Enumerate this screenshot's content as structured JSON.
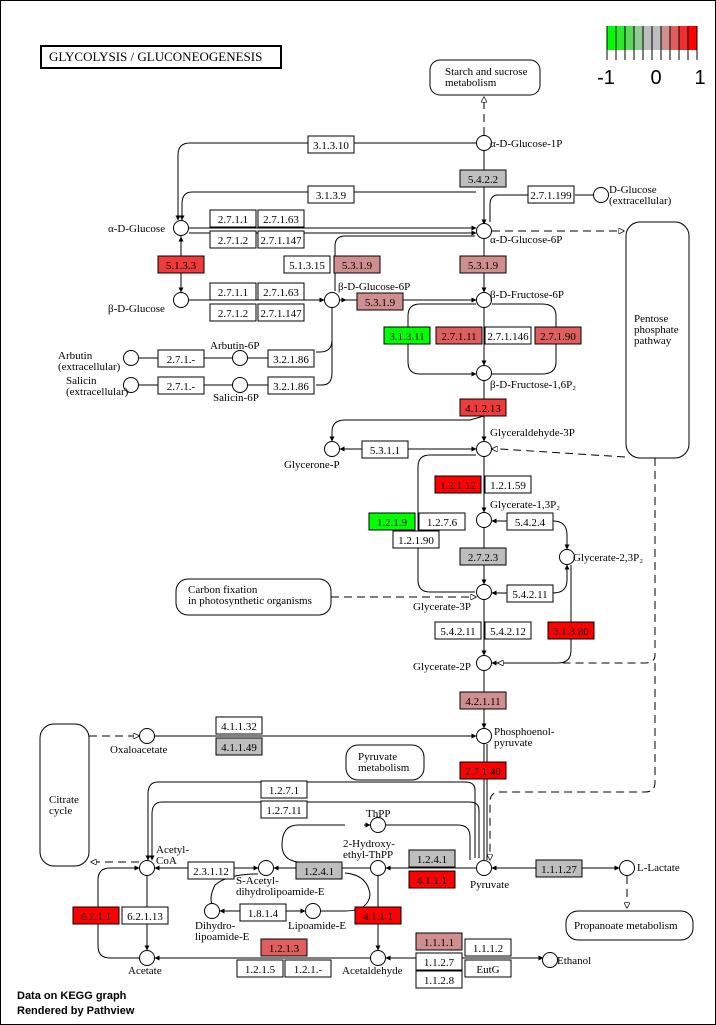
{
  "title": "GLYCOLYSIS / GLUCONEOGENESIS",
  "footer": [
    "Data on KEGG graph",
    "Rendered by Pathview"
  ],
  "legend": {
    "colors": [
      "#00FF00",
      "#2EE82E",
      "#5CD65C",
      "#8FCC8F",
      "#BEBEBE",
      "#BEBEBE",
      "#CF8F8F",
      "#DF5F5F",
      "#EF2F2F",
      "#FF0000"
    ],
    "labels": [
      "-1",
      "0",
      "1"
    ]
  },
  "status_colors": {
    "none": "#FFFFFF",
    "neutral": "#BEBEBE",
    "up_weak": "#CF8F8F",
    "up_mid": "#DF5F5F",
    "up_strong": "#EF3B3B",
    "up_max": "#FF0000",
    "down_max": "#00FF00"
  },
  "pathways": [
    {
      "id": "starch",
      "lines": [
        "Starch and sucrose",
        "metabolism"
      ]
    },
    {
      "id": "pentose",
      "lines": [
        "Pentose",
        "phosphate",
        "pathway"
      ]
    },
    {
      "id": "carbon",
      "lines": [
        "Carbon fixation",
        "in photosynthetic organisms"
      ]
    },
    {
      "id": "pyruvate",
      "lines": [
        "Pyruvate",
        "metabolism"
      ]
    },
    {
      "id": "citrate",
      "lines": [
        "Citrate",
        "cycle"
      ]
    },
    {
      "id": "propanoate",
      "lines": [
        "Propanoate metabolism"
      ]
    }
  ],
  "compounds": [
    {
      "id": "a_glc_1p",
      "label": [
        "α-D-Glucose-1P"
      ]
    },
    {
      "id": "d_glc_ext",
      "label": [
        "D-Glucose",
        "(extracellular)"
      ]
    },
    {
      "id": "a_glc",
      "label": [
        "α-D-Glucose"
      ]
    },
    {
      "id": "a_glc_6p",
      "label": [
        "α-D-Glucose-6P"
      ]
    },
    {
      "id": "b_glc",
      "label": [
        "β-D-Glucose"
      ]
    },
    {
      "id": "b_glc_6p",
      "label": [
        "β-D-Glucose-6P"
      ]
    },
    {
      "id": "b_fru_6p",
      "label": [
        "β-D-Fructose-6P"
      ]
    },
    {
      "id": "arbutin",
      "label": [
        "Arbutin",
        "(extracellular)"
      ]
    },
    {
      "id": "arbutin_6p",
      "label": [
        "Arbutin-6P"
      ]
    },
    {
      "id": "salicin",
      "label": [
        "Salicin",
        "(extracellular)"
      ]
    },
    {
      "id": "salicin_6p",
      "label": [
        "Salicin-6P"
      ]
    },
    {
      "id": "b_fru_16p2",
      "label": [
        "β-D-Fructose-1,6P₂"
      ]
    },
    {
      "id": "glycerone_p",
      "label": [
        "Glycerone-P"
      ]
    },
    {
      "id": "gap",
      "label": [
        "Glyceraldehyde-3P"
      ]
    },
    {
      "id": "g13p2",
      "label": [
        "Glycerate-1,3P₂"
      ]
    },
    {
      "id": "g23p2",
      "label": [
        "Glycerate-2,3P₂"
      ]
    },
    {
      "id": "g3p",
      "label": [
        "Glycerate-3P"
      ]
    },
    {
      "id": "g2p",
      "label": [
        "Glycerate-2P"
      ]
    },
    {
      "id": "pep",
      "label": [
        "Phosphoenol-",
        "pyruvate"
      ]
    },
    {
      "id": "oxaloacetate",
      "label": [
        "Oxaloacetate"
      ]
    },
    {
      "id": "thpp",
      "label": [
        "ThPP"
      ]
    },
    {
      "id": "hethpp",
      "label": [
        "2-Hydroxy-",
        "ethyl-ThPP"
      ]
    },
    {
      "id": "acetyl_coa",
      "label": [
        "Acetyl-",
        "CoA"
      ]
    },
    {
      "id": "s_acetyl",
      "label": [
        "S-Acetyl-",
        "dihydrolipoamide-E"
      ]
    },
    {
      "id": "dihydrolipo",
      "label": [
        "Dihydro-",
        "lipoamide-E"
      ]
    },
    {
      "id": "lipoamide",
      "label": [
        "Lipoamide-E"
      ]
    },
    {
      "id": "pyruvate_c",
      "label": [
        "Pyruvate"
      ]
    },
    {
      "id": "l_lactate",
      "label": [
        "L-Lactate"
      ]
    },
    {
      "id": "acetate",
      "label": [
        "Acetate"
      ]
    },
    {
      "id": "acetaldehyde",
      "label": [
        "Acetaldehyde"
      ]
    },
    {
      "id": "ethanol",
      "label": [
        "Ethanol"
      ]
    }
  ],
  "enzymes": [
    {
      "label": "3.1.3.10",
      "status": "none"
    },
    {
      "label": "3.1.3.9",
      "status": "none"
    },
    {
      "label": "5.4.2.2",
      "status": "neutral"
    },
    {
      "label": "2.7.1.199",
      "status": "none"
    },
    {
      "label": "2.7.1.1",
      "status": "none"
    },
    {
      "label": "2.7.1.63",
      "status": "none"
    },
    {
      "label": "2.7.1.2",
      "status": "none"
    },
    {
      "label": "2.7.1.147",
      "status": "none"
    },
    {
      "label": "5.1.3.3",
      "status": "up_strong"
    },
    {
      "label": "5.1.3.15",
      "status": "none"
    },
    {
      "label": "5.3.1.9",
      "status": "up_weak"
    },
    {
      "label": "5.3.1.9",
      "status": "up_weak"
    },
    {
      "label": "2.7.1.1",
      "status": "none"
    },
    {
      "label": "2.7.1.63",
      "status": "none"
    },
    {
      "label": "2.7.1.2",
      "status": "none"
    },
    {
      "label": "2.7.1.147",
      "status": "none"
    },
    {
      "label": "5.3.1.9",
      "status": "up_weak"
    },
    {
      "label": "3.1.3.11",
      "status": "down_max"
    },
    {
      "label": "2.7.1.11",
      "status": "up_mid"
    },
    {
      "label": "2.7.1.146",
      "status": "none"
    },
    {
      "label": "2.7.1.90",
      "status": "up_mid"
    },
    {
      "label": "2.7.1.-",
      "status": "none"
    },
    {
      "label": "3.2.1.86",
      "status": "none"
    },
    {
      "label": "2.7.1.-",
      "status": "none"
    },
    {
      "label": "3.2.1.86",
      "status": "none"
    },
    {
      "label": "4.1.2.13",
      "status": "up_strong"
    },
    {
      "label": "5.3.1.1",
      "status": "none"
    },
    {
      "label": "1.2.1.12",
      "status": "up_max"
    },
    {
      "label": "1.2.1.59",
      "status": "none"
    },
    {
      "label": "1.2.1.9",
      "status": "down_max"
    },
    {
      "label": "1.2.7.6",
      "status": "none"
    },
    {
      "label": "1.2.1.90",
      "status": "none"
    },
    {
      "label": "5.4.2.4",
      "status": "none"
    },
    {
      "label": "2.7.2.3",
      "status": "neutral"
    },
    {
      "label": "5.4.2.11",
      "status": "none"
    },
    {
      "label": "5.4.2.11",
      "status": "none"
    },
    {
      "label": "5.4.2.12",
      "status": "none"
    },
    {
      "label": "3.1.3.80",
      "status": "up_max"
    },
    {
      "label": "4.2.1.11",
      "status": "up_weak"
    },
    {
      "label": "4.1.1.32",
      "status": "none"
    },
    {
      "label": "4.1.1.49",
      "status": "neutral"
    },
    {
      "label": "2.7.1.40",
      "status": "up_max"
    },
    {
      "label": "1.2.7.1",
      "status": "none"
    },
    {
      "label": "1.2.7.11",
      "status": "none"
    },
    {
      "label": "2.3.1.12",
      "status": "none"
    },
    {
      "label": "1.2.4.1",
      "status": "neutral"
    },
    {
      "label": "1.2.4.1",
      "status": "neutral"
    },
    {
      "label": "4.1.1.1",
      "status": "up_max"
    },
    {
      "label": "1.1.1.27",
      "status": "neutral"
    },
    {
      "label": "1.8.1.4",
      "status": "none"
    },
    {
      "label": "4.1.1.1",
      "status": "up_max"
    },
    {
      "label": "6.2.1.1",
      "status": "up_max"
    },
    {
      "label": "6.2.1.13",
      "status": "none"
    },
    {
      "label": "1.2.1.3",
      "status": "up_mid"
    },
    {
      "label": "1.2.1.5",
      "status": "none"
    },
    {
      "label": "1.2.1.-",
      "status": "none"
    },
    {
      "label": "1.1.1.1",
      "status": "up_weak"
    },
    {
      "label": "1.1.1.2",
      "status": "none"
    },
    {
      "label": "1.1.2.7",
      "status": "none"
    },
    {
      "label": "EutG",
      "status": "none"
    },
    {
      "label": "1.1.2.8",
      "status": "none"
    }
  ]
}
